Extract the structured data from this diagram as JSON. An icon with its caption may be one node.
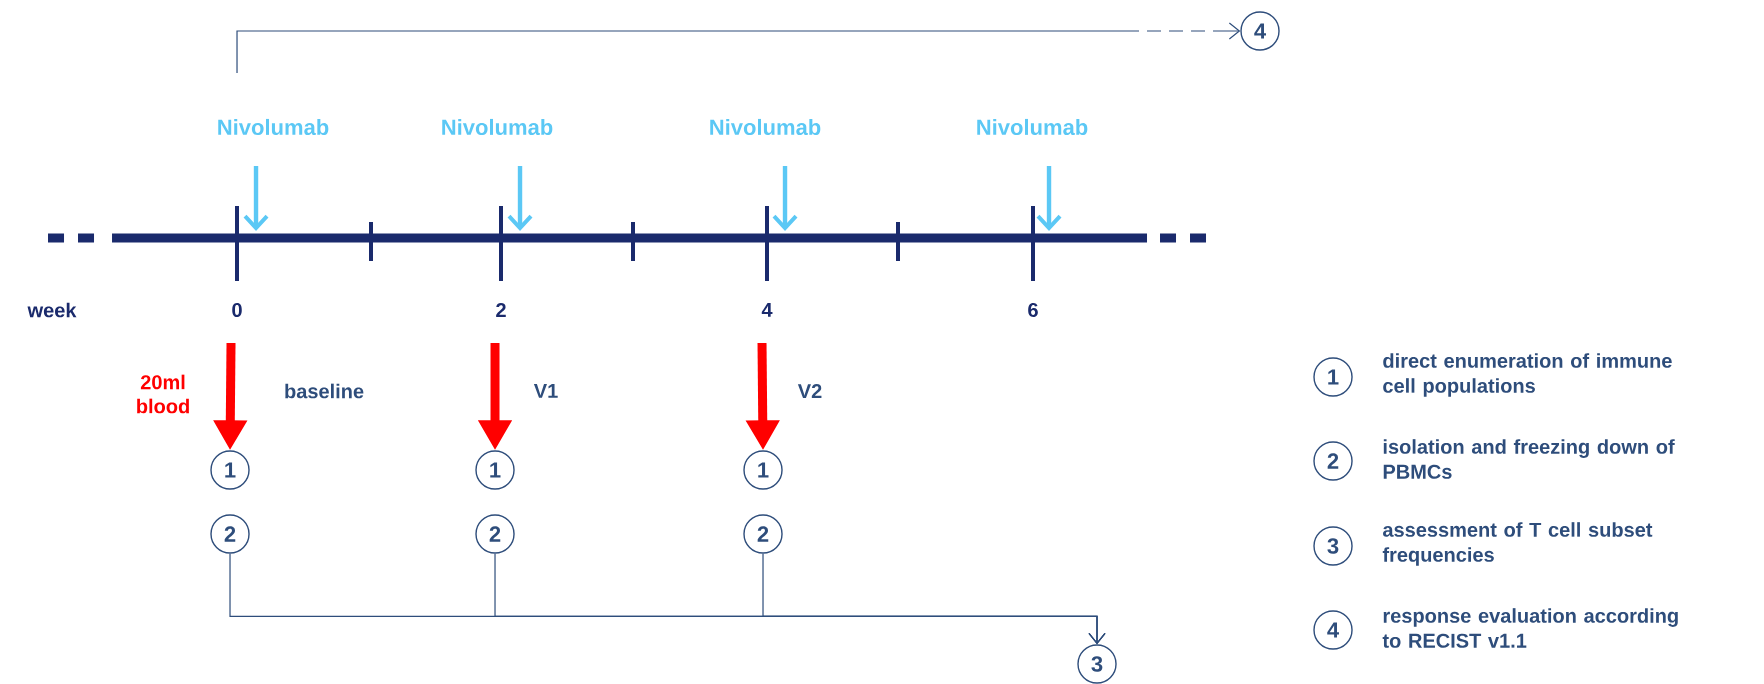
{
  "diagram": {
    "nodes": [
      {
        "text": [
          "4"
        ]
      },
      {
        "text": [
          "Nivolumab"
        ]
      },
      {
        "text": [
          "Nivolumab"
        ]
      },
      {
        "text": [
          "Nivolumab"
        ]
      },
      {
        "text": [
          "Nivolumab"
        ]
      },
      {
        "text": [
          "1"
        ]
      },
      {
        "text": [
          "2"
        ]
      },
      {
        "text": [
          "1"
        ]
      },
      {
        "text": [
          "2"
        ]
      },
      {
        "text": [
          "1"
        ]
      },
      {
        "text": [
          "2"
        ]
      },
      {
        "text": [
          "1"
        ],
        "beside": [
          "direct enumeration of immune cell populations"
        ]
      },
      {
        "text": [
          "2"
        ],
        "beside": [
          "isolation and freezing down of PBMCs"
        ]
      },
      {
        "text": [
          "3"
        ],
        "beside": [
          "assessment of T cell subset frequencies"
        ]
      },
      {
        "text": [
          "4"
        ],
        "beside": [
          "response evaluation according to RECIST v1.1"
        ]
      },
      {
        "text": [
          "3"
        ]
      }
    ],
    "edges": [
      {
        "from": null,
        "to": 0,
        "arrow": "to",
        "style": "dashed",
        "color": "#2e4d7b"
      },
      {
        "from": 1,
        "to": null,
        "arrow": "to",
        "color": "#5bc8f5"
      },
      {
        "from": 2,
        "to": null,
        "arrow": "to",
        "color": "#5bc8f5"
      },
      {
        "from": 3,
        "to": null,
        "arrow": "to",
        "color": "#5bc8f5"
      },
      {
        "from": 4,
        "to": null,
        "arrow": "to",
        "color": "#5bc8f5"
      },
      {
        "from": null,
        "to": 5,
        "arrow": "to",
        "style": "thick",
        "color": "#ff0000"
      },
      {
        "from": null,
        "to": 7,
        "arrow": "to",
        "style": "thick",
        "color": "#ff0000"
      },
      {
        "from": null,
        "to": 9,
        "arrow": "to",
        "style": "thick",
        "color": "#ff0000"
      },
      {
        "from": 6,
        "to": 15,
        "arrow": "to",
        "color": "#2e4d7b"
      },
      {
        "from": 8,
        "to": 15,
        "arrow": "to",
        "color": "#2e4d7b"
      },
      {
        "from": 10,
        "to": 15,
        "arrow": "to",
        "color": "#2e4d7b"
      }
    ],
    "labels": [
      "week",
      "0",
      "2",
      "4",
      "6",
      "20ml blood",
      "baseline",
      "V1",
      "V2"
    ]
  }
}
